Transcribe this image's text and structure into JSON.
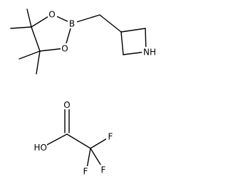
{
  "atoms": {
    "boron": "B",
    "ring_oxygen_top": "O",
    "ring_oxygen_bottom": "O",
    "azetidine_nitrogen": "NH",
    "acid_hydroxyl": "HO",
    "carbonyl_oxygen": "O",
    "fluorine_right": "F",
    "fluorine_bottom_left": "F",
    "fluorine_bottom_right": "F"
  },
  "colors": {
    "bond": "#000000",
    "label": "#000000",
    "background": "#ffffff"
  }
}
